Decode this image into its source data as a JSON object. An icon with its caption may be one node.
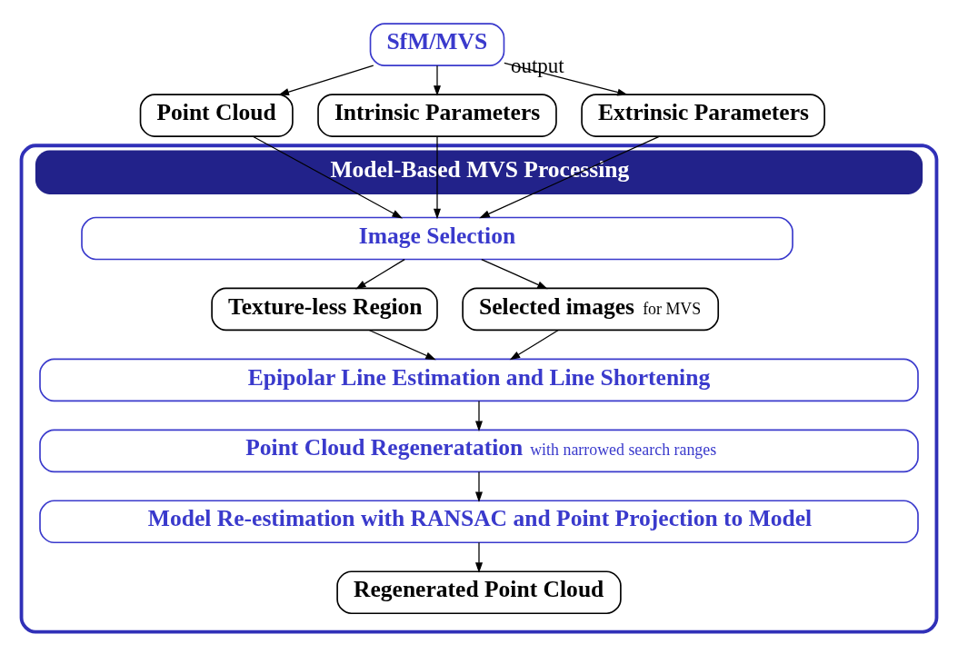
{
  "diagram": {
    "nodes": [
      {
        "text": [
          "SfM/MVS"
        ]
      },
      {
        "text": [
          "Point Cloud"
        ]
      },
      {
        "text": [
          "Intrinsic Parameters"
        ]
      },
      {
        "text": [
          "Extrinsic Parameters"
        ]
      },
      {
        "text": [
          "Model-Based MVS Processing"
        ]
      },
      {
        "text": [
          "Image Selection"
        ],
        "in": 4
      },
      {
        "text": [
          "Texture-less Region"
        ],
        "in": 4
      },
      {
        "text": [
          "**Selected images** for MVS"
        ],
        "in": 4
      },
      {
        "text": [
          "Epipolar Line Estimation and Line Shortening"
        ],
        "in": 4
      },
      {
        "text": [
          "**Point Cloud Regeneratation** with narrowed search ranges"
        ],
        "in": 4
      },
      {
        "text": [
          "Model Re-estimation with RANSAC and Point Projection to Model"
        ],
        "in": 4
      },
      {
        "text": [
          "Regenerated Point Cloud"
        ],
        "in": 4
      }
    ],
    "edges": [
      {
        "from": 0,
        "to": 1,
        "arrow": "to"
      },
      {
        "from": 0,
        "to": 2,
        "arrow": "to"
      },
      {
        "from": 0,
        "to": 3,
        "arrow": "to",
        "label": "output"
      },
      {
        "from": 1,
        "to": 5,
        "arrow": "to"
      },
      {
        "from": 2,
        "to": 5,
        "arrow": "to"
      },
      {
        "from": 3,
        "to": 5,
        "arrow": "to"
      },
      {
        "from": 5,
        "to": 6,
        "arrow": "to"
      },
      {
        "from": 5,
        "to": 7,
        "arrow": "to"
      },
      {
        "from": 6,
        "to": 8,
        "arrow": "to"
      },
      {
        "from": 7,
        "to": 8,
        "arrow": "to"
      },
      {
        "from": 8,
        "to": 9,
        "arrow": "to"
      },
      {
        "from": 9,
        "to": 10,
        "arrow": "to"
      },
      {
        "from": 10,
        "to": 11,
        "arrow": "to"
      }
    ]
  }
}
